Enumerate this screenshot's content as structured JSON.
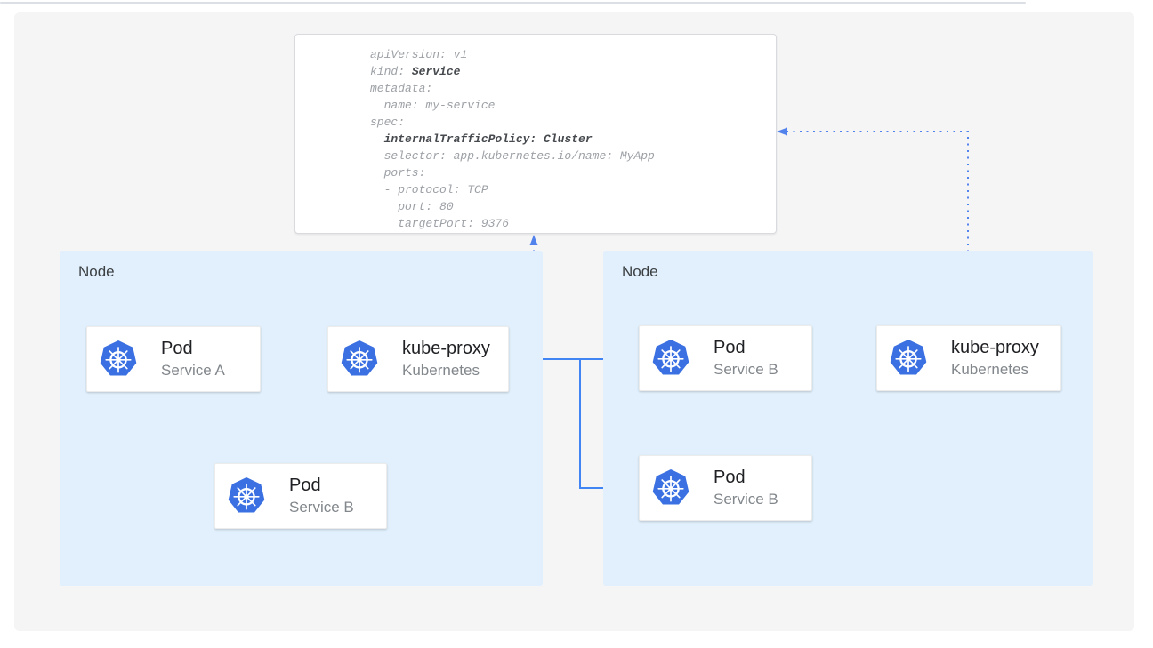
{
  "colors": {
    "arrow_blue": "#4184f3",
    "dotted_blue": "#5282ec",
    "node_bg": "#e1f0fc",
    "panel_bg": "#f5f5f6",
    "k8s_blue": "#3a70e2",
    "title_text": "#202124",
    "subtitle_text": "#82878c",
    "node_label_text": "#3c4043",
    "yaml_text": "#9da1a6",
    "yaml_bold_text": "#464a4e"
  },
  "icons": {
    "kubernetes": "k8s-helm-wheel"
  },
  "yaml": {
    "lines": [
      [
        {
          "t": "apiVersion: v1",
          "b": false
        }
      ],
      [
        {
          "t": "kind: ",
          "b": false
        },
        {
          "t": "Service",
          "b": true
        }
      ],
      [
        {
          "t": "metadata:",
          "b": false
        }
      ],
      [
        {
          "t": "  name: my-service",
          "b": false
        }
      ],
      [
        {
          "t": "spec:",
          "b": false
        }
      ],
      [
        {
          "t": "  ",
          "b": false
        },
        {
          "t": "internalTrafficPolicy: Cluster",
          "b": true
        }
      ],
      [
        {
          "t": "  selector: app.kubernetes.io/name: MyApp",
          "b": false
        }
      ],
      [
        {
          "t": "  ports:",
          "b": false
        }
      ],
      [
        {
          "t": "  - protocol: TCP",
          "b": false
        }
      ],
      [
        {
          "t": "    port: 80",
          "b": false
        }
      ],
      [
        {
          "t": "    targetPort: 9376",
          "b": false
        }
      ]
    ]
  },
  "nodes": [
    {
      "label": "Node",
      "cards": [
        {
          "title": "Pod",
          "subtitle": "Service A"
        },
        {
          "title": "kube-proxy",
          "subtitle": "Kubernetes"
        },
        {
          "title": "Pod",
          "subtitle": "Service B"
        }
      ]
    },
    {
      "label": "Node",
      "cards": [
        {
          "title": "Pod",
          "subtitle": "Service B"
        },
        {
          "title": "kube-proxy",
          "subtitle": "Kubernetes"
        },
        {
          "title": "Pod",
          "subtitle": "Service B"
        }
      ]
    }
  ]
}
